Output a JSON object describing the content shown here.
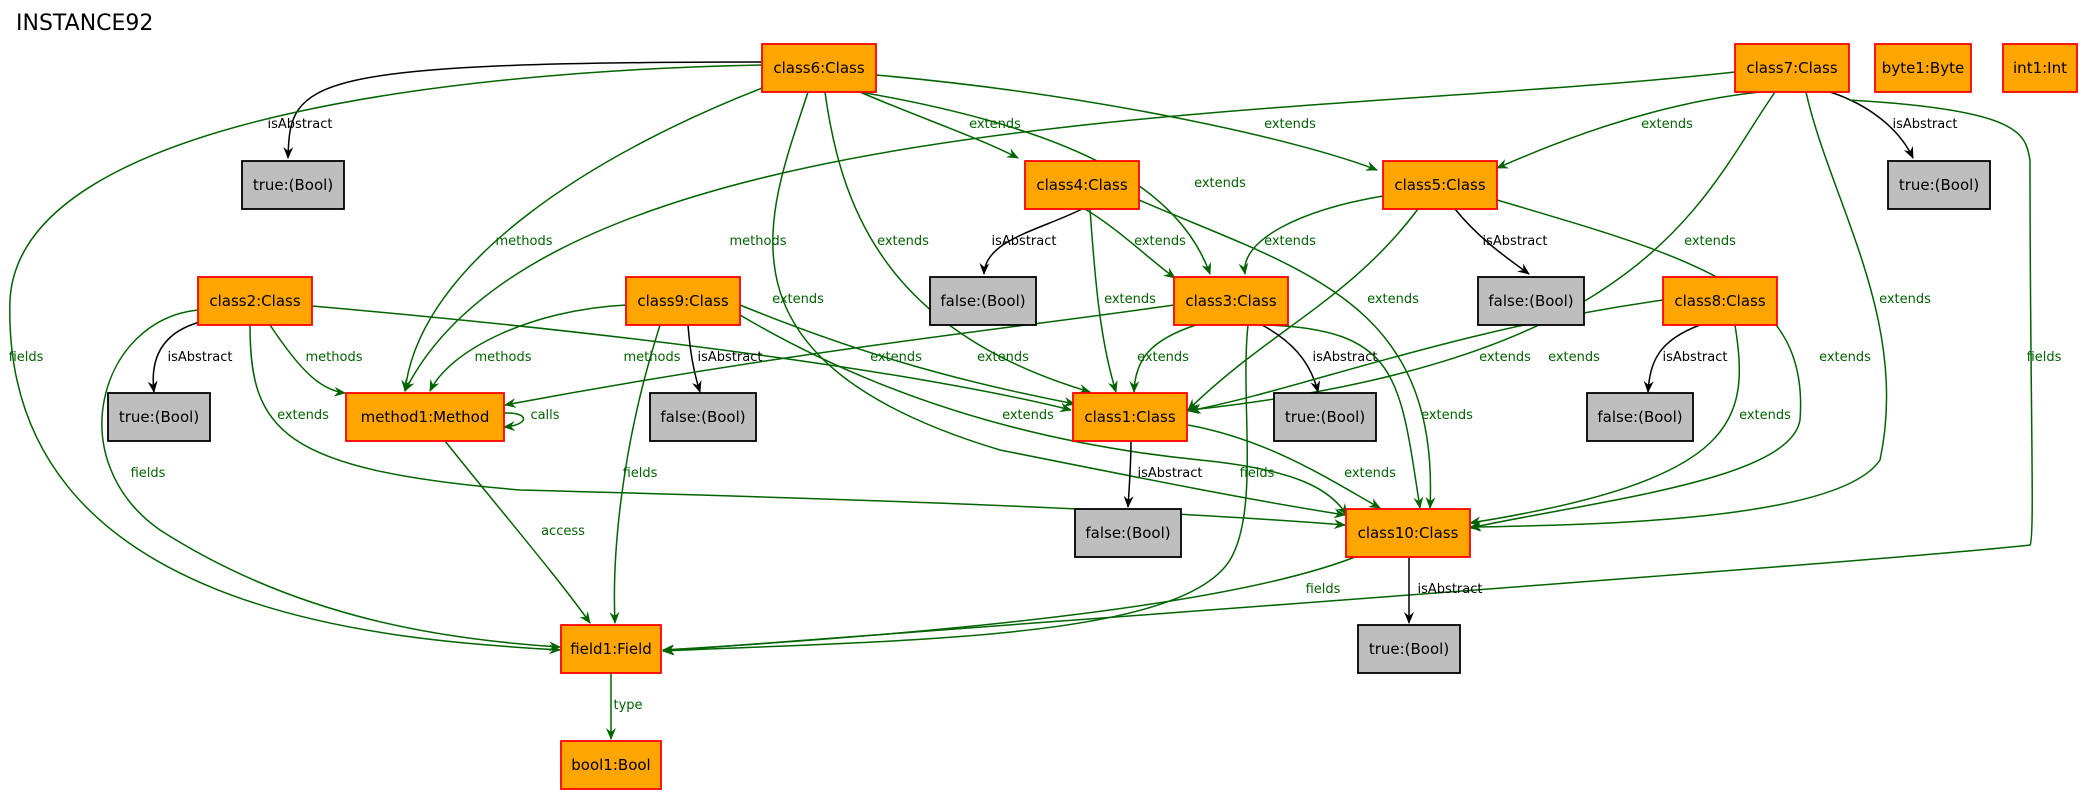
{
  "title": "INSTANCE92",
  "colors": {
    "object_fill": "#ffa500",
    "object_stroke": "#ff0000",
    "value_fill": "#bebebe",
    "value_stroke": "#000000",
    "edge_green": "#006400",
    "edge_black": "#000000"
  },
  "nodes": [
    {
      "id": "class6",
      "label": "class6:Class",
      "kind": "object"
    },
    {
      "id": "class7",
      "label": "class7:Class",
      "kind": "object"
    },
    {
      "id": "byte1",
      "label": "byte1:Byte",
      "kind": "object"
    },
    {
      "id": "int1",
      "label": "int1:Int",
      "kind": "object"
    },
    {
      "id": "t1",
      "label": "true:(Bool)",
      "kind": "value"
    },
    {
      "id": "class4",
      "label": "class4:Class",
      "kind": "object"
    },
    {
      "id": "class5",
      "label": "class5:Class",
      "kind": "object"
    },
    {
      "id": "t2",
      "label": "true:(Bool)",
      "kind": "value"
    },
    {
      "id": "class2",
      "label": "class2:Class",
      "kind": "object"
    },
    {
      "id": "class9",
      "label": "class9:Class",
      "kind": "object"
    },
    {
      "id": "f1",
      "label": "false:(Bool)",
      "kind": "value"
    },
    {
      "id": "class3",
      "label": "class3:Class",
      "kind": "object"
    },
    {
      "id": "f2",
      "label": "false:(Bool)",
      "kind": "value"
    },
    {
      "id": "class8",
      "label": "class8:Class",
      "kind": "object"
    },
    {
      "id": "t3",
      "label": "true:(Bool)",
      "kind": "value"
    },
    {
      "id": "method1",
      "label": "method1:Method",
      "kind": "object"
    },
    {
      "id": "f3",
      "label": "false:(Bool)",
      "kind": "value"
    },
    {
      "id": "class1",
      "label": "class1:Class",
      "kind": "object"
    },
    {
      "id": "t4",
      "label": "true:(Bool)",
      "kind": "value"
    },
    {
      "id": "f4",
      "label": "false:(Bool)",
      "kind": "value"
    },
    {
      "id": "f5",
      "label": "false:(Bool)",
      "kind": "value"
    },
    {
      "id": "class10",
      "label": "class10:Class",
      "kind": "object"
    },
    {
      "id": "field1",
      "label": "field1:Field",
      "kind": "object"
    },
    {
      "id": "t5",
      "label": "true:(Bool)",
      "kind": "value"
    },
    {
      "id": "bool1",
      "label": "bool1:Bool",
      "kind": "object"
    }
  ],
  "edges": [
    {
      "from": "class6",
      "to": "t1",
      "label": "isAbstract"
    },
    {
      "from": "class6",
      "to": "class4",
      "label": "extends"
    },
    {
      "from": "class6",
      "to": "class5",
      "label": "extends"
    },
    {
      "from": "class6",
      "to": "class3",
      "label": "extends"
    },
    {
      "from": "class6",
      "to": "class1",
      "label": "extends"
    },
    {
      "from": "class6",
      "to": "class10",
      "label": "extends"
    },
    {
      "from": "class6",
      "to": "method1",
      "label": "methods"
    },
    {
      "from": "class6",
      "to": "field1",
      "label": "fields"
    },
    {
      "from": "class7",
      "to": "t2",
      "label": "isAbstract"
    },
    {
      "from": "class7",
      "to": "class5",
      "label": "extends"
    },
    {
      "from": "class7",
      "to": "class1",
      "label": "extends"
    },
    {
      "from": "class7",
      "to": "class10",
      "label": "extends"
    },
    {
      "from": "class7",
      "to": "method1",
      "label": "methods"
    },
    {
      "from": "class7",
      "to": "field1",
      "label": "fields"
    },
    {
      "from": "class4",
      "to": "f1",
      "label": "isAbstract"
    },
    {
      "from": "class4",
      "to": "class3",
      "label": "extends"
    },
    {
      "from": "class4",
      "to": "class1",
      "label": "extends"
    },
    {
      "from": "class4",
      "to": "class10",
      "label": "extends"
    },
    {
      "from": "class5",
      "to": "f2",
      "label": "isAbstract"
    },
    {
      "from": "class5",
      "to": "class3",
      "label": "extends"
    },
    {
      "from": "class5",
      "to": "class1",
      "label": "extends"
    },
    {
      "from": "class5",
      "to": "class10",
      "label": "extends"
    },
    {
      "from": "class2",
      "to": "t3",
      "label": "isAbstract"
    },
    {
      "from": "class2",
      "to": "method1",
      "label": "methods"
    },
    {
      "from": "class2",
      "to": "class1",
      "label": "extends"
    },
    {
      "from": "class2",
      "to": "class10",
      "label": "extends"
    },
    {
      "from": "class2",
      "to": "field1",
      "label": "fields"
    },
    {
      "from": "class9",
      "to": "f3",
      "label": "isAbstract"
    },
    {
      "from": "class9",
      "to": "method1",
      "label": "methods"
    },
    {
      "from": "class9",
      "to": "class1",
      "label": "extends"
    },
    {
      "from": "class9",
      "to": "class10",
      "label": "extends"
    },
    {
      "from": "class9",
      "to": "field1",
      "label": "fields"
    },
    {
      "from": "class3",
      "to": "t4",
      "label": "isAbstract"
    },
    {
      "from": "class3",
      "to": "class1",
      "label": "extends"
    },
    {
      "from": "class3",
      "to": "class10",
      "label": "extends"
    },
    {
      "from": "class3",
      "to": "method1",
      "label": "methods"
    },
    {
      "from": "class3",
      "to": "field1",
      "label": "fields"
    },
    {
      "from": "class8",
      "to": "f5",
      "label": "isAbstract"
    },
    {
      "from": "class8",
      "to": "class1",
      "label": "extends"
    },
    {
      "from": "class8",
      "to": "class10",
      "label": "extends"
    },
    {
      "from": "method1",
      "to": "method1",
      "label": "calls"
    },
    {
      "from": "method1",
      "to": "field1",
      "label": "access"
    },
    {
      "from": "class1",
      "to": "f4",
      "label": "isAbstract"
    },
    {
      "from": "class1",
      "to": "class10",
      "label": "extends"
    },
    {
      "from": "class10",
      "to": "t5",
      "label": "isAbstract"
    },
    {
      "from": "class10",
      "to": "field1",
      "label": "fields"
    },
    {
      "from": "field1",
      "to": "bool1",
      "label": "type"
    }
  ]
}
